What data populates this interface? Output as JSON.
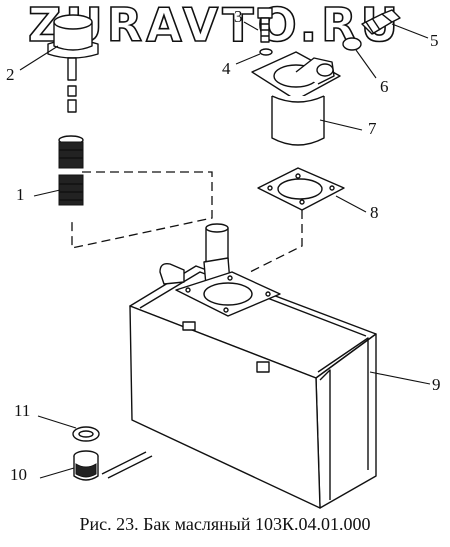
{
  "watermark": "ZURAVTO.RU",
  "caption": "Рис. 23. Бак масляный 103К.04.01.000",
  "callouts": [
    "1",
    "2",
    "3",
    "4",
    "5",
    "6",
    "7",
    "8",
    "9",
    "10",
    "11"
  ]
}
